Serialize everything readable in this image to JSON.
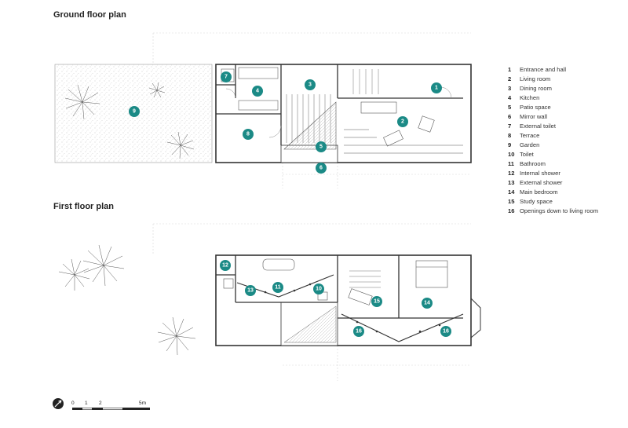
{
  "titles": {
    "ground": "Ground floor plan",
    "first": "First floor plan"
  },
  "legend": [
    {
      "num": "1",
      "label": "Entrance and hall"
    },
    {
      "num": "2",
      "label": "Living room"
    },
    {
      "num": "3",
      "label": "Dining room"
    },
    {
      "num": "4",
      "label": "Kitchen"
    },
    {
      "num": "5",
      "label": "Patio space"
    },
    {
      "num": "6",
      "label": "Mirror wall"
    },
    {
      "num": "7",
      "label": "External toilet"
    },
    {
      "num": "8",
      "label": "Terrace"
    },
    {
      "num": "9",
      "label": "Garden"
    },
    {
      "num": "10",
      "label": "Toilet"
    },
    {
      "num": "11",
      "label": "Bathroom"
    },
    {
      "num": "12",
      "label": "Internal shower"
    },
    {
      "num": "13",
      "label": "External shower"
    },
    {
      "num": "14",
      "label": "Main bedroom"
    },
    {
      "num": "15",
      "label": "Study space"
    },
    {
      "num": "16",
      "label": "Openings down to living room"
    }
  ],
  "markers": {
    "ground": [
      "7",
      "4",
      "3",
      "1",
      "9",
      "2",
      "8",
      "5",
      "6"
    ],
    "first": [
      "12",
      "11",
      "10",
      "13",
      "15",
      "14",
      "16",
      "16"
    ]
  },
  "scale": {
    "ticks": [
      "0",
      "1",
      "2",
      "5m"
    ]
  },
  "colors": {
    "marker": "#1b8a86",
    "lines": "#333333"
  }
}
